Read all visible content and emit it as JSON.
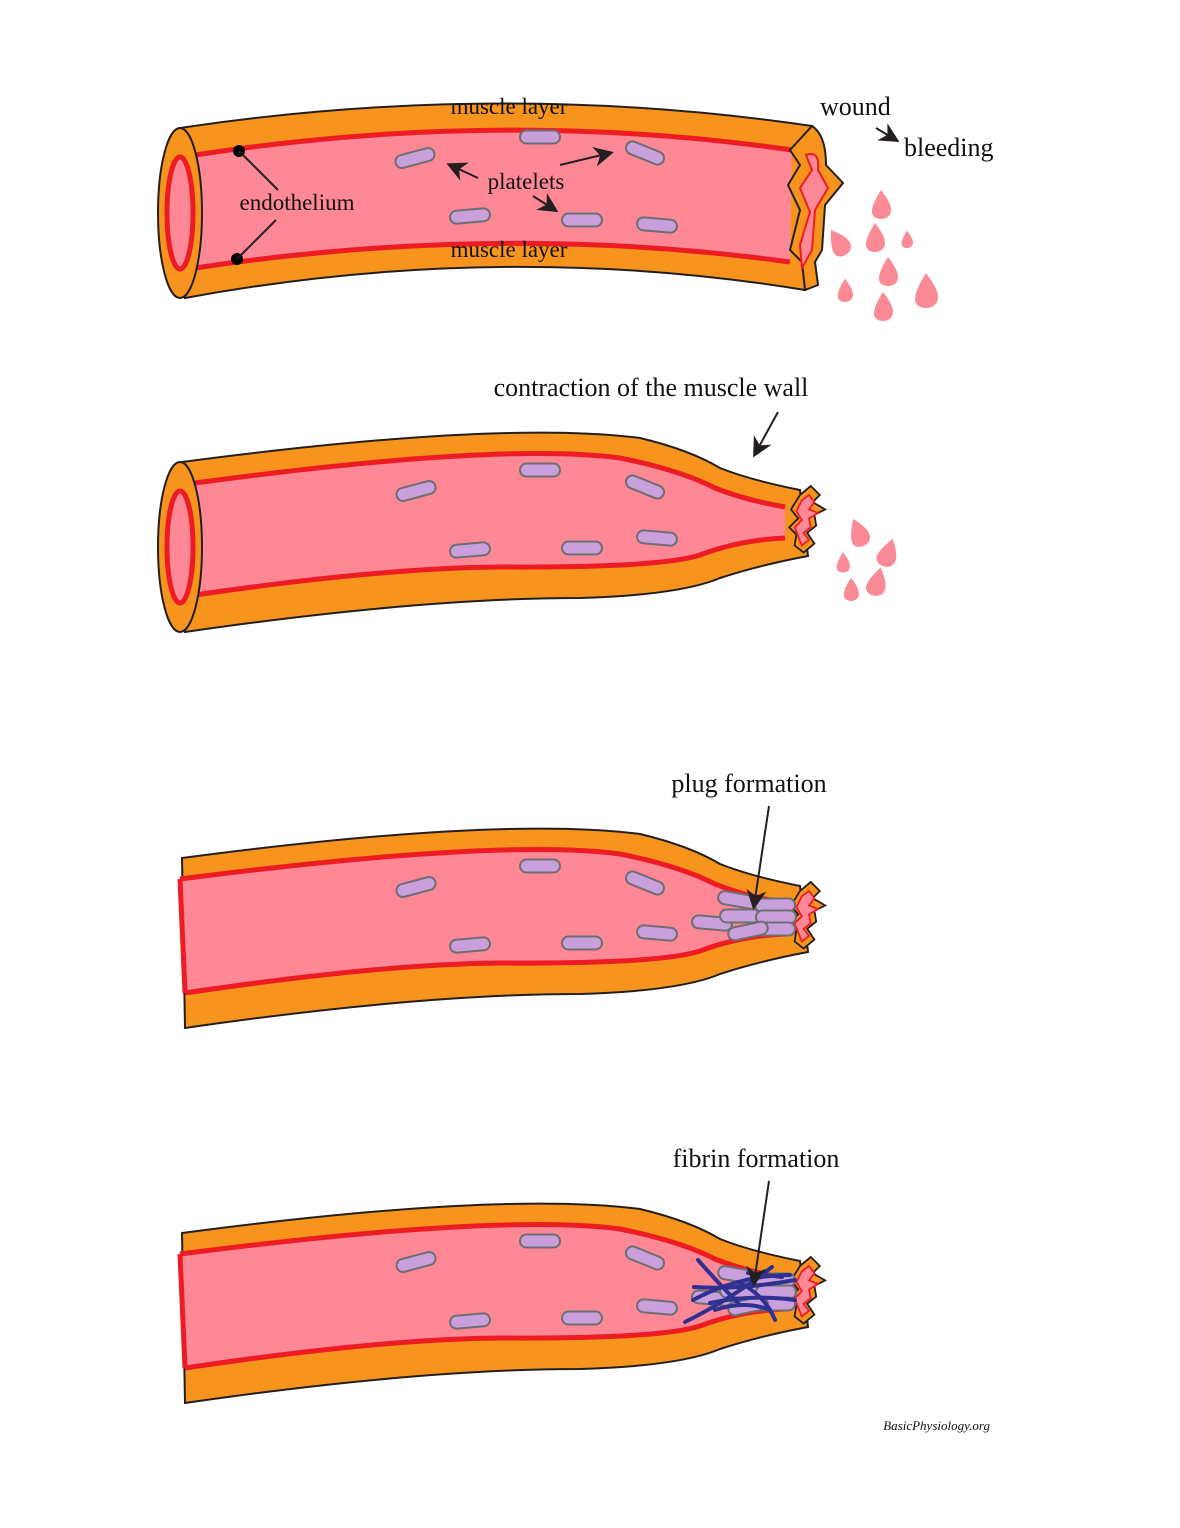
{
  "panel1": {
    "muscle_top": "muscle layer",
    "muscle_bottom": "muscle layer",
    "endothelium": "endothelium",
    "platelets": "platelets",
    "wound": "wound",
    "bleeding": "bleeding"
  },
  "panel2": {
    "caption": "contraction of the muscle wall"
  },
  "panel3": {
    "caption": "plug formation"
  },
  "panel4": {
    "caption": "fibrin formation"
  },
  "watermark": "BasicPhysiology.org",
  "colors": {
    "muscle": "#f7941d",
    "endothelium": "#ed1c24",
    "lumen": "#ff8896",
    "platelet": "#c9a0dc",
    "fibrin": "#2e3192",
    "blood_drop": "#fb8a97"
  }
}
